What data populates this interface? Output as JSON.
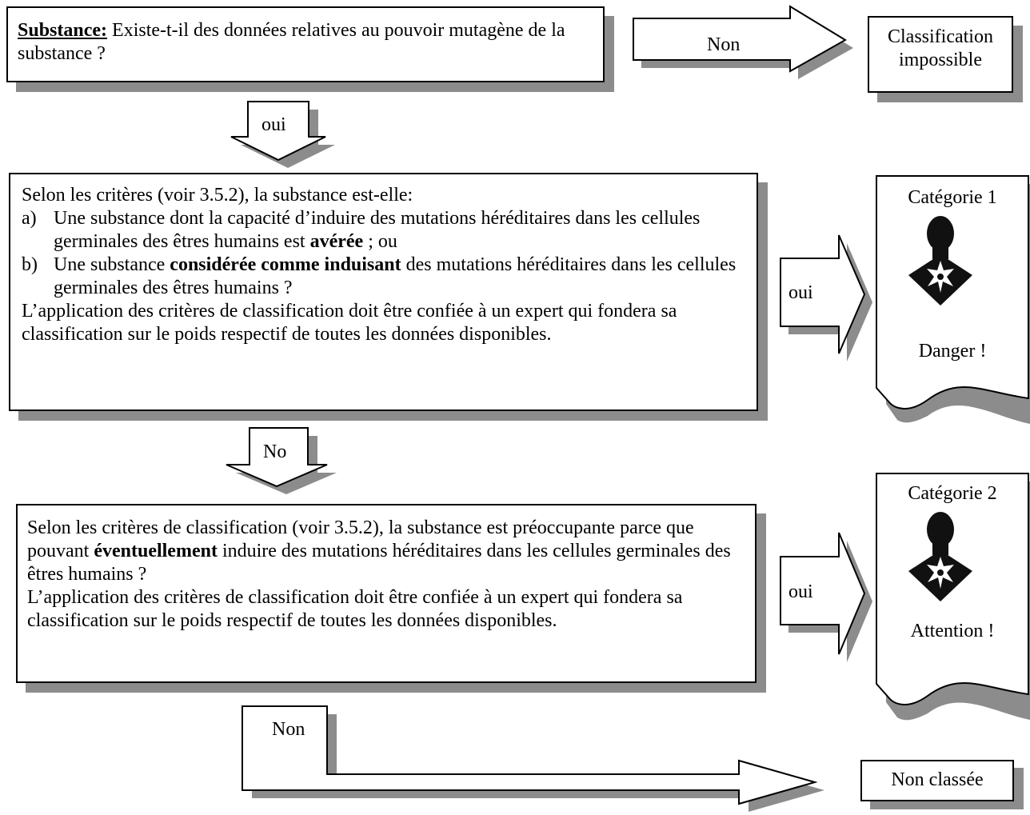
{
  "start_box": {
    "title": "Substance:",
    "text": "Existe-t-il des données relatives au pouvoir mutagène de la substance ?"
  },
  "arrow_non_top": "Non",
  "box_impossible": {
    "line1": "Classification",
    "line2": "impossible"
  },
  "arrow_oui_1": "oui",
  "cat1_question": {
    "intro": "Selon les critères (voir 3.5.2), la substance est-elle:",
    "a_key": "a)",
    "a_text_1": "Une substance dont la capacité d’induire des mutations héréditaires dans les cellules germinales des êtres humains est",
    "a_bold": "avérée",
    "a_text_2": " ; ou",
    "b_key": "b)",
    "b_text_1": "Une substance",
    "b_bold": "considérée comme induisant",
    "b_text_2": " des mutations héréditaires dans les cellules germinales des êtres humains ?",
    "expert": "L’application des critères de classification doit être confiée à un expert qui fondera sa classification sur le poids respectif de toutes les données disponibles."
  },
  "arrow_oui_cat1": "oui",
  "cat1_result": {
    "title": "Catégorie 1",
    "signal": "Danger !",
    "icon": "health-hazard-pictogram"
  },
  "arrow_no": "No",
  "cat2_question": {
    "text_1": "Selon les critères de classification (voir 3.5.2), la substance est préoccupante parce que pouvant",
    "bold": "éventuellement",
    "text_2": " induire des mutations héréditaires dans les cellules germinales des êtres humains ?",
    "expert": "L’application des critères de classification doit être confiée à un expert qui fondera sa classification sur le poids respectif de toutes les données disponibles."
  },
  "arrow_oui_cat2": "oui",
  "cat2_result": {
    "title": "Catégorie 2",
    "signal": "Attention !",
    "icon": "health-hazard-pictogram"
  },
  "arrow_non_bottom": "Non",
  "box_non_classee": "Non classée"
}
